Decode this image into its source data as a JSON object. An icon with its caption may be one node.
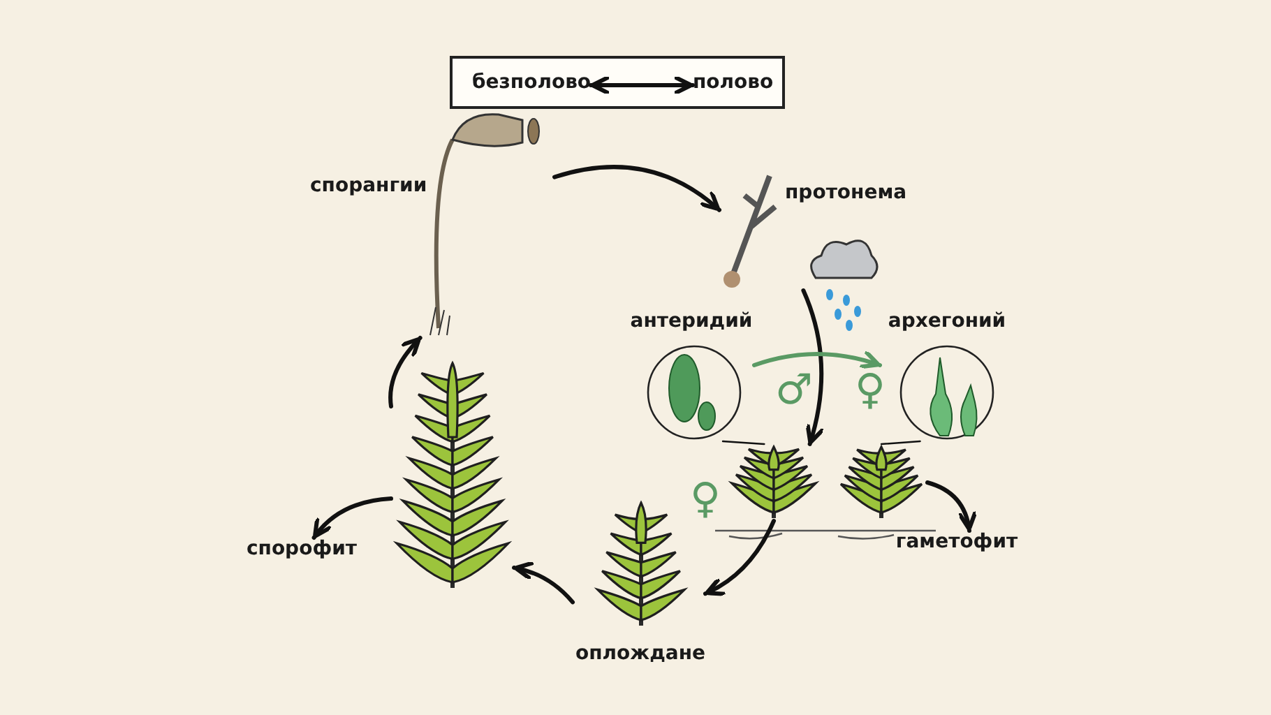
{
  "diagram": {
    "nodes": [
      {
        "text": [],
        "shape": "box"
      },
      {
        "text": [
          "безполово"
        ],
        "in": 0
      },
      {
        "text": [
          "полово"
        ],
        "in": 0
      },
      {
        "text": [
          "спорангии"
        ]
      },
      {
        "text": [
          "протонема"
        ]
      },
      {
        "text": [],
        "shape": "picture"
      },
      {
        "text": [
          "антеридий"
        ]
      },
      {
        "text": [
          "архегоний"
        ]
      },
      {
        "text": [],
        "shape": "picture"
      },
      {
        "text": [],
        "shape": "picture"
      },
      {
        "text": [
          "гаметофит"
        ]
      },
      {
        "text": [
          "оплождане"
        ]
      },
      {
        "text": [],
        "shape": "picture"
      },
      {
        "text": [
          "спорофит"
        ]
      }
    ],
    "edges": [
      {
        "from": 1,
        "to": 2,
        "arrow": "both"
      },
      {
        "from": 3,
        "to": 4,
        "arrow": "to"
      },
      {
        "from": 4,
        "to": 8,
        "arrow": "to"
      },
      {
        "from": 6,
        "to": 7,
        "arrow": "to",
        "color": "#5a9a64"
      },
      {
        "from": 6,
        "to": 8,
        "arrow": "none"
      },
      {
        "from": 7,
        "to": 9,
        "arrow": "none"
      },
      {
        "from": 9,
        "to": 10,
        "arrow": "to"
      },
      {
        "from": 8,
        "to": 11,
        "arrow": "to"
      },
      {
        "from": 11,
        "to": 12,
        "arrow": "to"
      },
      {
        "from": 12,
        "to": 13,
        "arrow": "to"
      },
      {
        "from": 12,
        "to": 3,
        "arrow": "to"
      }
    ],
    "labels": [
      "♂",
      "♀",
      "♀"
    ]
  }
}
